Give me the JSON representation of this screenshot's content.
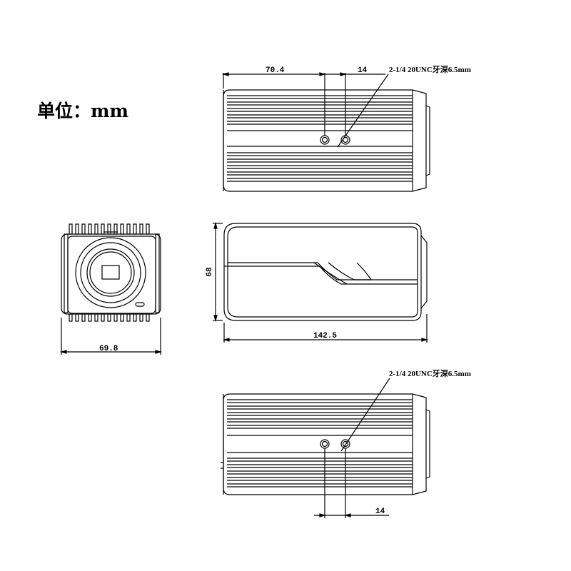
{
  "unit_label": "单位：mm",
  "top_view": {
    "dim_length_to_hole": "70.4",
    "dim_hole_spacing": "14",
    "thread_note": "2-1/4 20UNC牙深6.5mm"
  },
  "front_view": {
    "dim_width": "69.8"
  },
  "side_view": {
    "dim_height": "68",
    "dim_length": "142.5"
  },
  "bottom_view": {
    "thread_note": "2-1/4 20UNC牙深6.5mm",
    "dim_hole_spacing": "14"
  },
  "colors": {
    "line": "#000000",
    "background": "#ffffff"
  }
}
